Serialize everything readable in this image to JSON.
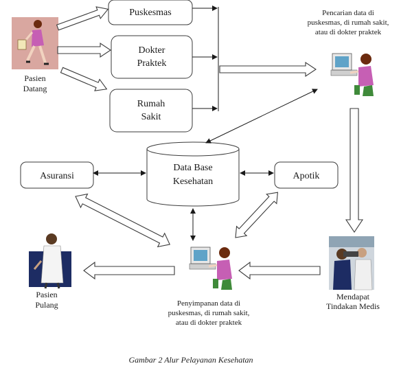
{
  "nodes": {
    "puskesmas": "Puskesmas",
    "dokter_praktek": [
      "Dokter",
      "Praktek"
    ],
    "rumah_sakit": [
      "Rumah",
      "Sakit"
    ],
    "asuransi": "Asuransi",
    "database": [
      "Data Base",
      "Kesehatan"
    ],
    "apotik": "Apotik"
  },
  "captions": {
    "pasien_datang": [
      "Pasien",
      "Datang"
    ],
    "pencarian": [
      "Pencarian data di",
      "puskesmas, di rumah sakit,",
      "atau di dokter praktek"
    ],
    "mendapat": [
      "Mendapat",
      "Tindakan Medis"
    ],
    "penyimpanan": [
      "Penyimpanan data di",
      "puskesmas, di rumah sakit,",
      "atau di dokter praktek"
    ],
    "pasien_pulang": [
      "Pasien",
      "Pulang"
    ]
  },
  "figure_caption": "Gambar 2 Alur Pelayanan Kesehatan",
  "icons": {
    "patient_arriving": "walking-patient-icon",
    "computer_search": "computer-operator-icon",
    "medical_treatment": "doctor-treatment-icon",
    "computer_store": "computer-operator-icon",
    "patient_leaving": "doctor-patient-icon"
  },
  "colors": {
    "stroke": "#3a3a3a",
    "monitor_screen": "#5fa3c8",
    "operator_shirt": "#c65fb4",
    "operator_hair": "#6b2a0e",
    "chair": "#3f8a3a",
    "patient_bg": "#d9a7a0",
    "doctor_bg": "#1d2c63"
  }
}
